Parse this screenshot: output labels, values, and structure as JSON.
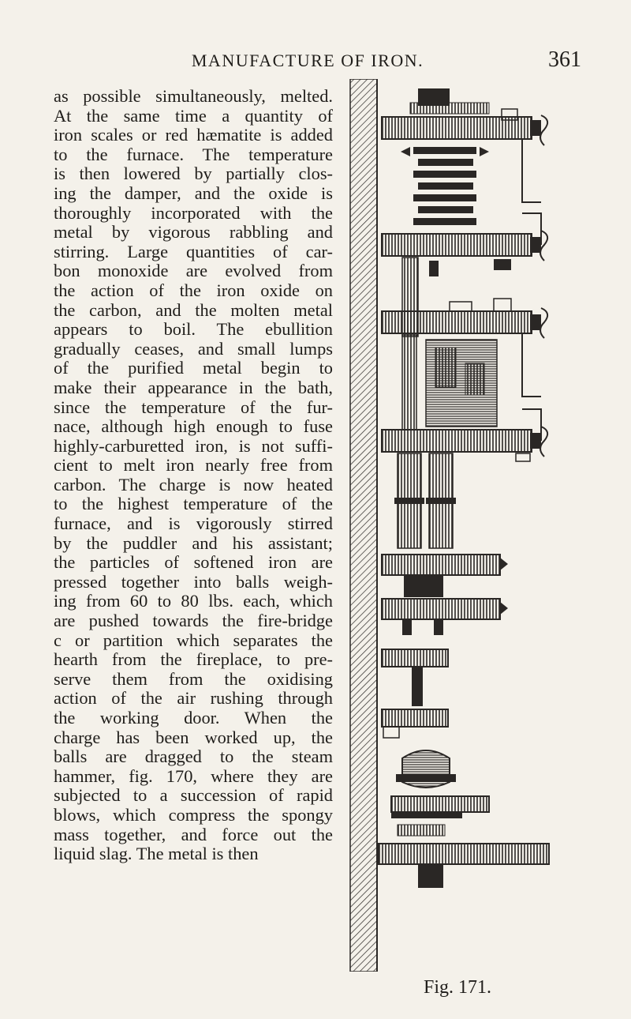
{
  "header": {
    "title": "MANUFACTURE OF IRON.",
    "page_number": "361"
  },
  "body_lines": [
    "as possible simultaneously, melted.",
    "At the same time a quantity of",
    "iron scales or red hæmatite is added",
    "to the furnace. The temperature",
    "is then lowered by partially clos-",
    "ing the damper, and the oxide is",
    "thoroughly incorporated with the",
    "metal by vigorous rabbling and",
    "stirring. Large quantities of car-",
    "bon monoxide are evolved from",
    "the action of the iron oxide on",
    "the carbon, and the molten metal",
    "appears to boil. The ebullition",
    "gradually ceases, and small lumps",
    "of the purified metal begin to",
    "make their appearance in the bath,",
    "since the temperature of the fur-",
    "nace, although high enough to fuse",
    "highly-carburetted iron, is not suffi-",
    "cient to melt iron nearly free from",
    "carbon. The charge is now heated",
    "to the highest temperature of the",
    "furnace, and is vigorously stirred",
    "by the puddler and his assistant;",
    "the particles of softened iron are",
    "pressed together into balls weigh-",
    "ing from 60 to 80 lbs. each, which",
    "are pushed towards the fire-bridge",
    "c or partition which separates the",
    "hearth from the fireplace, to pre-",
    "serve them from the oxidising",
    "action of the air rushing through",
    "the working door. When the",
    "charge has been worked up, the",
    "balls are dragged to the steam",
    "hammer, fig. 170, where they are",
    "subjected to a succession of rapid",
    "blows, which compress the spongy",
    "mass together, and force out the",
    "liquid slag. The metal is then"
  ],
  "figure": {
    "caption": "Fig. 171.",
    "colors": {
      "ink": "#2a2725",
      "paper": "#f4f1ea"
    }
  }
}
